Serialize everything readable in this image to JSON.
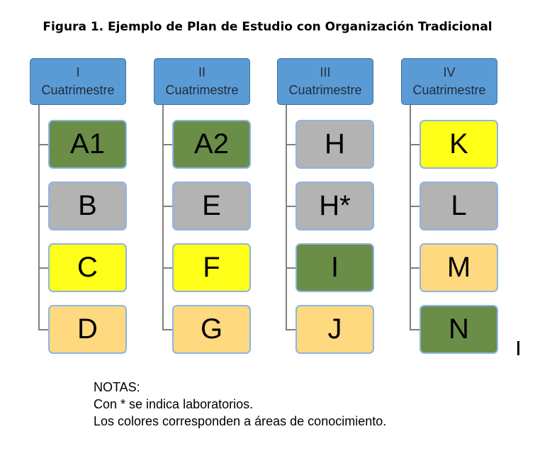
{
  "title": "Figura 1. Ejemplo de Plan de Estudio con Organización Tradicional",
  "colors": {
    "green": "#6a8e48",
    "gray": "#b3b3b3",
    "yellow": "#ffff1a",
    "orange": "#ffd97f",
    "header": "#5b9bd5"
  },
  "columns": [
    {
      "numeral": "I",
      "label": "Cuatrimestre",
      "items": [
        {
          "text": "A1",
          "color": "green"
        },
        {
          "text": "B",
          "color": "gray"
        },
        {
          "text": "C",
          "color": "yellow"
        },
        {
          "text": "D",
          "color": "orange"
        }
      ]
    },
    {
      "numeral": "II",
      "label": "Cuatrimestre",
      "items": [
        {
          "text": "A2",
          "color": "green"
        },
        {
          "text": "E",
          "color": "gray"
        },
        {
          "text": "F",
          "color": "yellow"
        },
        {
          "text": "G",
          "color": "orange"
        }
      ]
    },
    {
      "numeral": "III",
      "label": "Cuatrimestre",
      "items": [
        {
          "text": "H",
          "color": "gray"
        },
        {
          "text": "H*",
          "color": "gray"
        },
        {
          "text": "I",
          "color": "green"
        },
        {
          "text": "J",
          "color": "orange"
        }
      ]
    },
    {
      "numeral": "IV",
      "label": "Cuatrimestre",
      "items": [
        {
          "text": "K",
          "color": "yellow"
        },
        {
          "text": "L",
          "color": "gray"
        },
        {
          "text": "M",
          "color": "orange"
        },
        {
          "text": "N",
          "color": "green"
        }
      ]
    }
  ],
  "notes": {
    "heading": "NOTAS:",
    "line1": "Con * se indica laboratorios.",
    "line2": "Los colores corresponden a áreas de conocimiento."
  }
}
